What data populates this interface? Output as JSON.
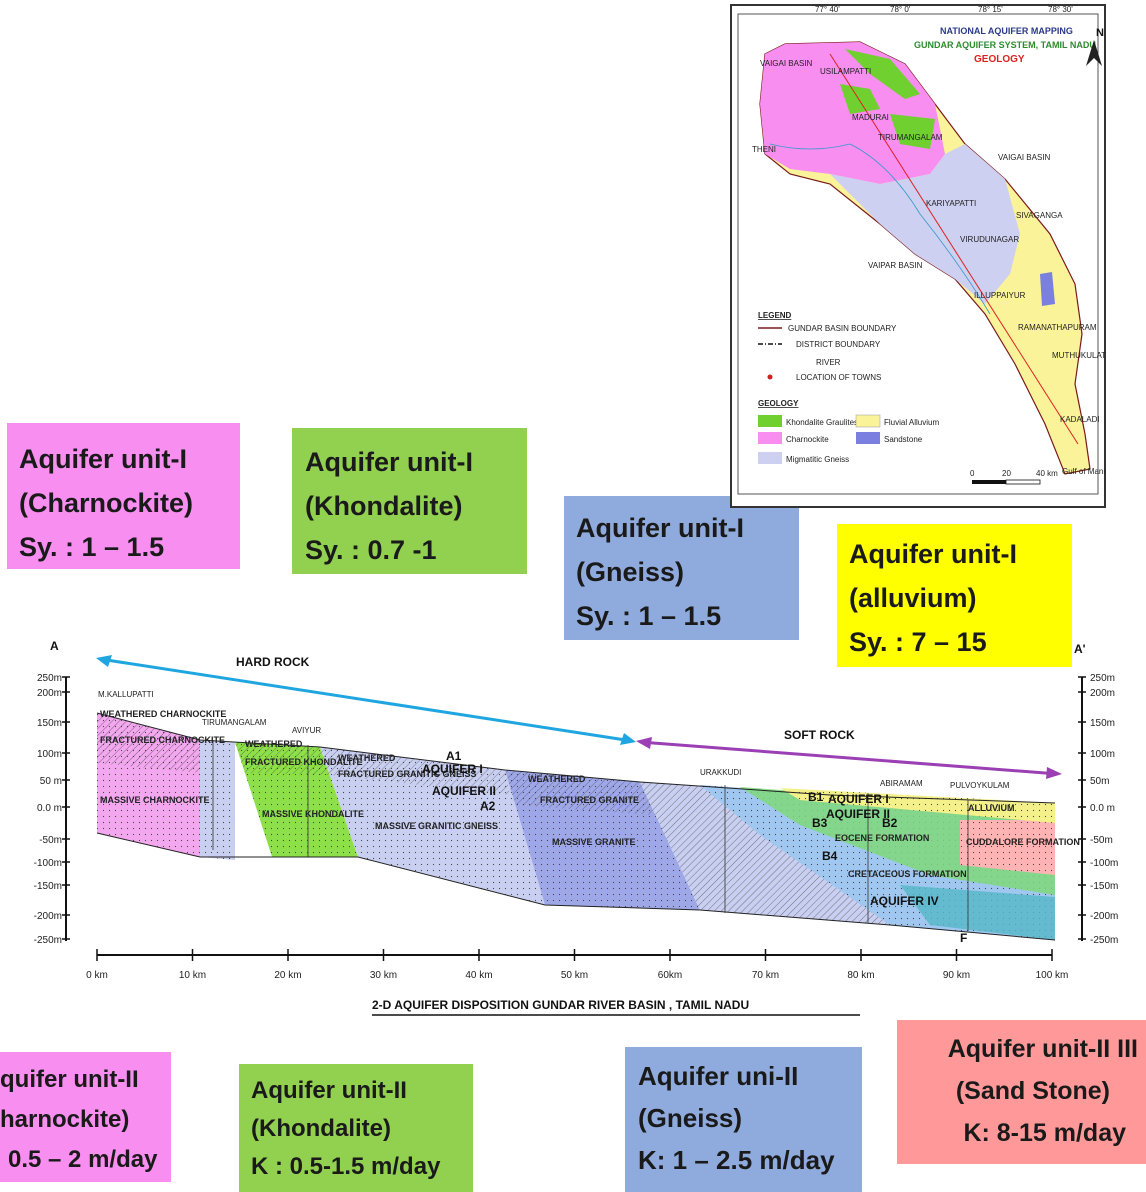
{
  "colors": {
    "charnockite": "#f78ef0",
    "khondalite": "#92d050",
    "gneiss": "#8faadc",
    "alluvium": "#ffff00",
    "sandstone": "#ff9999",
    "hard_rock_arrow": "#1fa6e0",
    "soft_rock_arrow": "#9b3fb5"
  },
  "boxes_top": [
    {
      "lines": [
        "Aquifer unit-I",
        "(Charnockite)",
        "Sy.  : 1 – 1.5"
      ]
    },
    {
      "lines": [
        "Aquifer unit-I",
        "(Khondalite)",
        "Sy.  : 0.7 -1"
      ]
    },
    {
      "lines": [
        "Aquifer unit-I",
        "(Gneiss)",
        "Sy.  : 1 – 1.5"
      ]
    },
    {
      "lines": [
        "Aquifer unit-I",
        "(alluvium)",
        "Sy.  : 7 – 15"
      ]
    }
  ],
  "boxes_bottom": [
    {
      "lines": [
        "quifer unit-II",
        "harnockite)",
        "0.5 – 2 m/day"
      ]
    },
    {
      "lines": [
        "Aquifer unit-II",
        "(Khondalite)",
        "K  : 0.5-1.5 m/day"
      ]
    },
    {
      "lines": [
        "Aquifer uni-II",
        "(Gneiss)",
        "K:  1 – 2.5 m/day"
      ]
    },
    {
      "lines": [
        "Aquifer unit-II III",
        "(Sand Stone)",
        "K:  8-15 m/day"
      ]
    }
  ],
  "section": {
    "title": "2-D AQUIFER DISPOSITION GUNDAR RIVER BASIN , TAMIL NADU",
    "end_left": "A",
    "end_right": "A'",
    "point_f": "F",
    "hard_rock": "HARD ROCK",
    "soft_rock": "SOFT ROCK",
    "y_ticks_left": [
      "250m",
      "200m",
      "150m",
      "100m",
      "50 m",
      "0.0 m",
      "-50m",
      "-100m",
      "-150m",
      "-200m",
      "-250m"
    ],
    "y_ticks_right": [
      "250m",
      "200m",
      "150m",
      "100m",
      "50m",
      "0.0 m",
      "-50m",
      "-100m",
      "-150m",
      "-200m",
      "-250m"
    ],
    "x_ticks": [
      "0 km",
      "10 km",
      "20 km",
      "30 km",
      "40 km",
      "50 km",
      "60km",
      "70 km",
      "80 km",
      "90 km",
      "100 km"
    ],
    "places": [
      "M.KALLUPATTI",
      "TIRUMANGALAM",
      "AVIYUR",
      "URAKKUDI",
      "ABIRAMAM",
      "PULVOYKULAM"
    ],
    "layers": {
      "weathered_charnockite": "WEATHERED CHARNOCKITE",
      "fractured_charnockite": "FRACTURED CHARNOCKITE",
      "massive_charnockite": "MASSIVE CHARNOCKITE",
      "weathered_khondalite": "WEATHERED",
      "fractured_khondalite": "FRACTURED KHONDALITE",
      "massive_khondalite": "MASSIVE KHONDALITE",
      "weathered_gneiss": "WEATHERED",
      "fractured_gneiss": "FRACTURED GRANITIC GNEISS",
      "massive_gneiss": "MASSIVE GRANITIC GNEISS",
      "weathered_granite": "WEATHERED",
      "fractured_granite": "FRACTURED GRANITE",
      "massive_granite": "MASSIVE GRANITE",
      "a1": "A1",
      "aquifer_i": "AQUIFER I",
      "aquifer_ii": "AQUIFER II",
      "a2": "A2",
      "b1": "B1",
      "aquifer_i_soft": "AQUIFER I",
      "aquifer_ii_soft": "AQUIFER II",
      "b2": "B2",
      "b3": "B3",
      "b4": "B4",
      "eocene": "EOCENE FORMATION",
      "cretaceous": "CRETACEOUS FORMATION",
      "aquifer_iv": "AQUIFER IV",
      "alluvium": "ALLUVIUM",
      "cuddalore": "CUDDALORE FORMATION"
    }
  },
  "map": {
    "title1": "NATIONAL AQUIFER MAPPING",
    "title2": "GUNDAR AQUIFER SYSTEM, TAMIL NADU",
    "title3": "GEOLOGY",
    "north": "N",
    "basins": [
      "VAIGAI BASIN",
      "VAIGAI BASIN",
      "VAIPAR BASIN"
    ],
    "towns": [
      "USILAMPATTI",
      "MADURAI",
      "TIRUMANGALAM",
      "THENI",
      "KARIYAPATTI",
      "VIRUDUNAGAR",
      "SIVAGANGA",
      "ILLUPPAIYUR",
      "RAMANATHAPURAM",
      "MUTHUKULATHUR",
      "KADALADI",
      "Gulf of Mannar"
    ],
    "legend_title": "LEGEND",
    "legend": [
      "GUNDAR BASIN BOUNDARY",
      "DISTRICT BOUNDARY",
      "RIVER",
      "LOCATION OF TOWNS"
    ],
    "geology_title": "GEOLOGY",
    "geology": [
      "Khondalite Graulites",
      "Charnockite",
      "Migmatitic Gneiss",
      "Fluvial Alluvium",
      "Sandstone"
    ],
    "scale": [
      "0",
      "20",
      "40 km"
    ],
    "lon_ticks": [
      "77° 40'",
      "78° 0'",
      "78° 15'",
      "78° 30'"
    ]
  }
}
